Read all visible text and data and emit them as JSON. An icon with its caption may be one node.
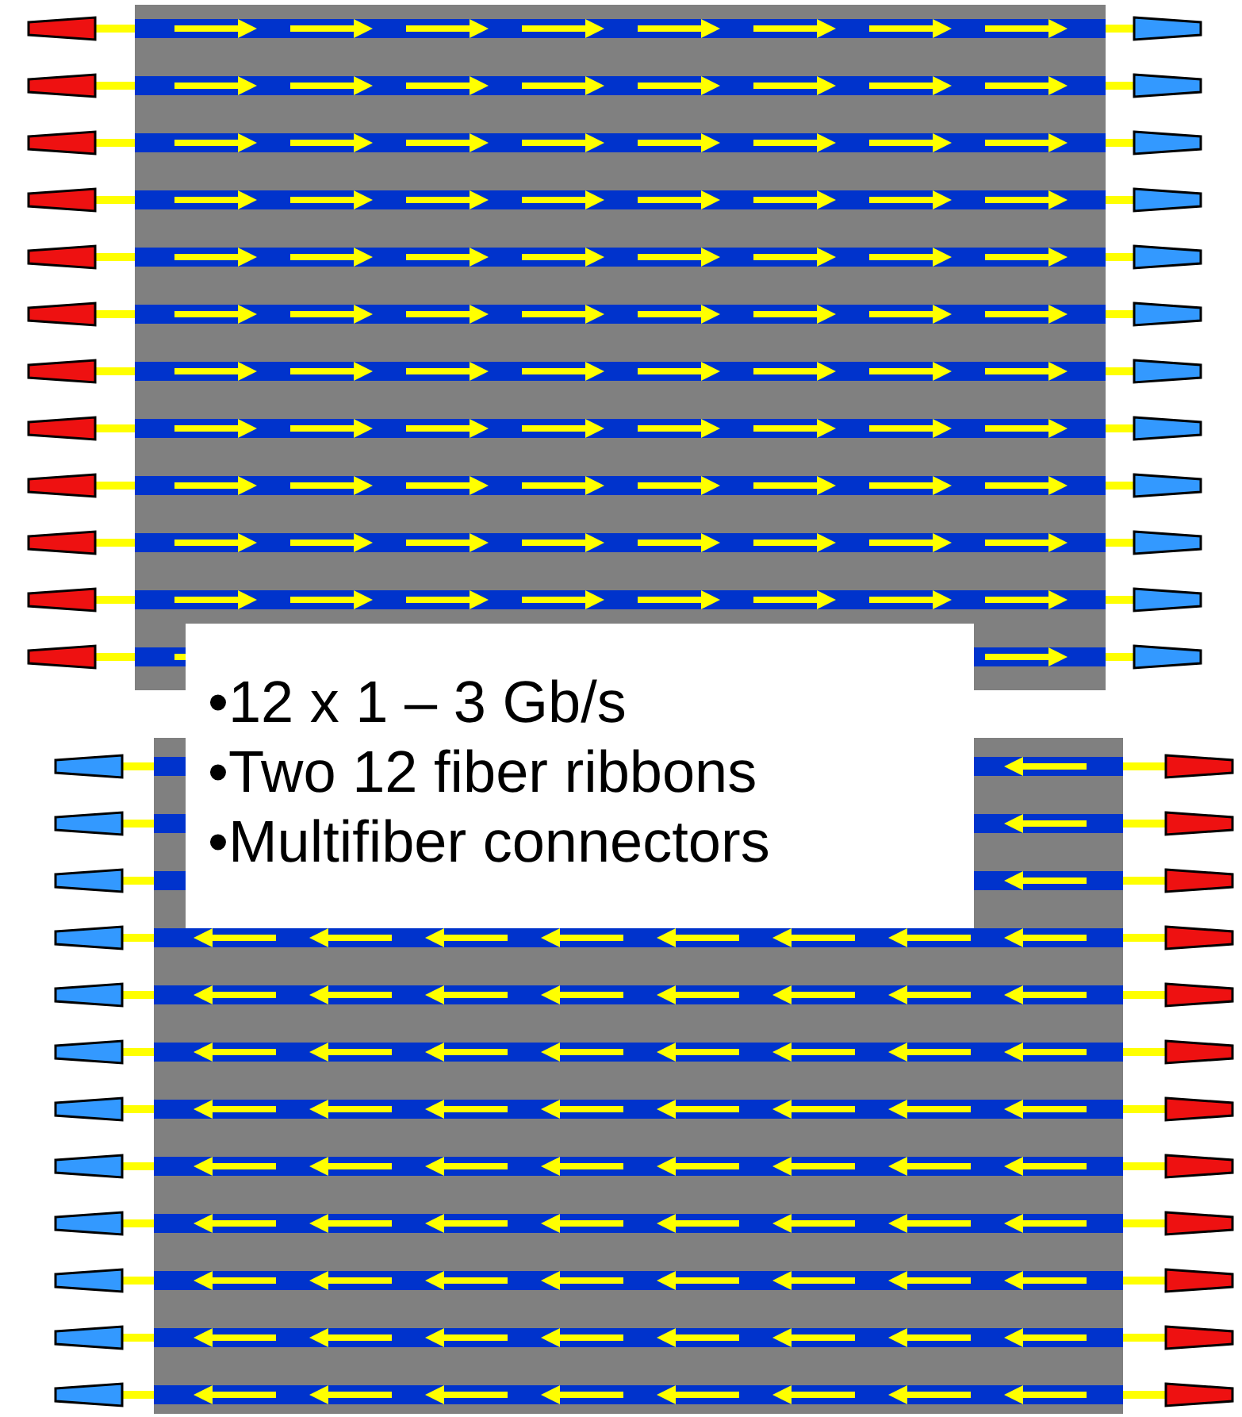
{
  "diagram": {
    "nodes": [
      {
        "text": [
          "•12 x 1 – 3 Gb/s",
          "•Two 12 fiber ribbons",
          "•Multifiber connectors"
        ]
      }
    ]
  }
}
